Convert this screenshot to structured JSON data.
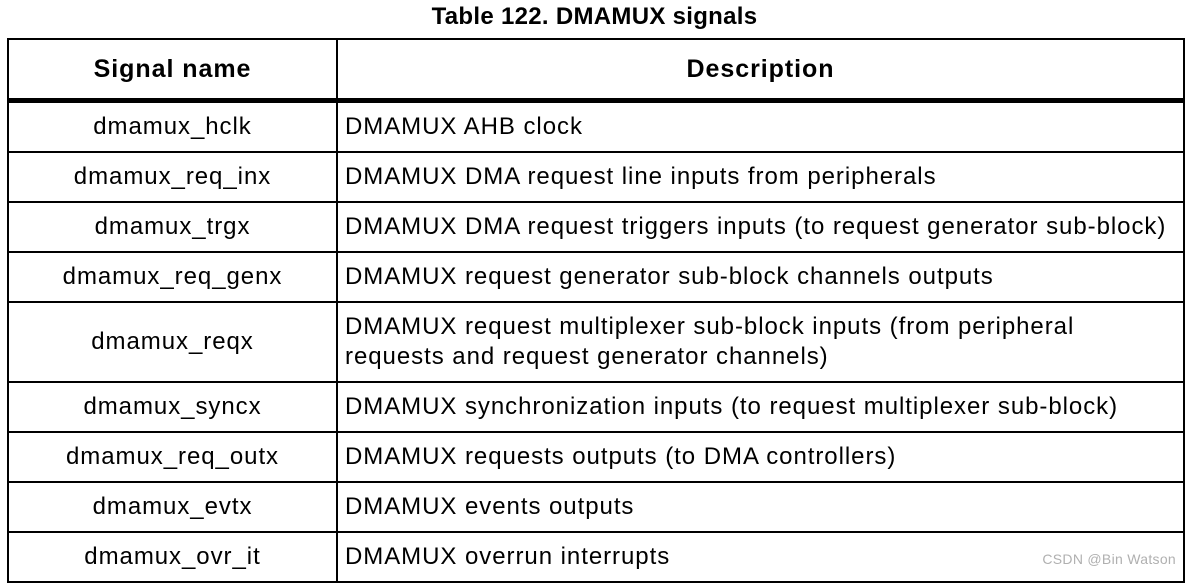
{
  "title": "Table 122. DMAMUX signals",
  "table": {
    "columns": [
      "Signal name",
      "Description"
    ],
    "rows": [
      {
        "signal": "dmamux_hclk",
        "description": "DMAMUX AHB clock"
      },
      {
        "signal": "dmamux_req_inx",
        "description": "DMAMUX DMA request line inputs from peripherals"
      },
      {
        "signal": "dmamux_trgx",
        "description": "DMAMUX DMA request triggers inputs (to request generator sub-block)"
      },
      {
        "signal": "dmamux_req_genx",
        "description": "DMAMUX request generator sub-block channels outputs"
      },
      {
        "signal": "dmamux_reqx",
        "description": "DMAMUX request multiplexer sub-block inputs (from peripheral requests and request generator channels)"
      },
      {
        "signal": "dmamux_syncx",
        "description": "DMAMUX synchronization inputs (to request multiplexer sub-block)"
      },
      {
        "signal": "dmamux_req_outx",
        "description": "DMAMUX requests outputs (to DMA controllers)"
      },
      {
        "signal": "dmamux_evtx",
        "description": "DMAMUX events outputs"
      },
      {
        "signal": "dmamux_ovr_it",
        "description": "DMAMUX overrun interrupts"
      }
    ]
  },
  "watermark": "CSDN @Bin Watson",
  "colors": {
    "border": "#000000",
    "text": "#000000",
    "background": "#ffffff",
    "watermark_text": "#b0b0b0"
  }
}
